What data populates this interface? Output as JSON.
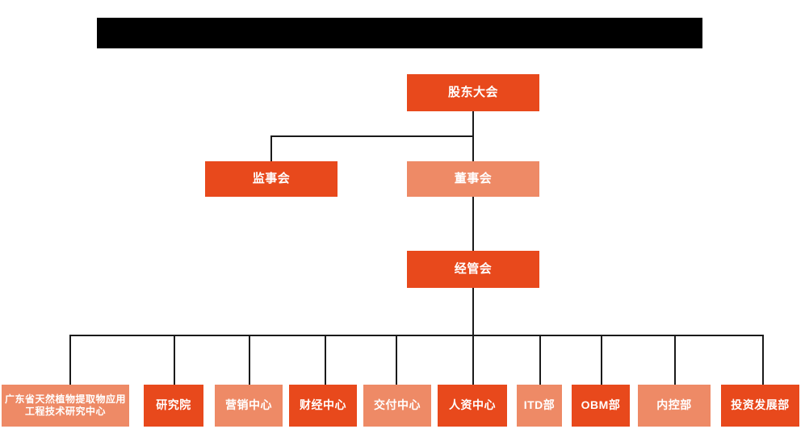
{
  "page": {
    "background": "#ffffff",
    "colors": {
      "node_dark": "#E8491C",
      "node_light": "#EE8A66",
      "connector": "#1a1a1a",
      "title_bar": "#000000",
      "node_text": "#ffffff"
    }
  },
  "title_bar": {
    "name": "redacted-title-bar",
    "text": ""
  },
  "chart_data": {
    "type": "diagram",
    "title": "",
    "levels": [
      {
        "level": 1,
        "nodes": [
          {
            "id": "shareholders",
            "label": "股东大会",
            "style": "dark"
          }
        ]
      },
      {
        "level": 2,
        "nodes": [
          {
            "id": "supervisors",
            "label": "监事会",
            "style": "dark"
          },
          {
            "id": "directors",
            "label": "董事会",
            "style": "light"
          }
        ]
      },
      {
        "level": 3,
        "nodes": [
          {
            "id": "management",
            "label": "经管会",
            "style": "dark"
          }
        ]
      },
      {
        "level": 4,
        "nodes": [
          {
            "id": "research-center",
            "label": "广东省天然植物提取物应用工程技术研究中心",
            "style": "light"
          },
          {
            "id": "institute",
            "label": "研究院",
            "style": "dark"
          },
          {
            "id": "marketing",
            "label": "营销中心",
            "style": "light"
          },
          {
            "id": "finance",
            "label": "财经中心",
            "style": "dark"
          },
          {
            "id": "delivery",
            "label": "交付中心",
            "style": "light"
          },
          {
            "id": "hr",
            "label": "人资中心",
            "style": "dark"
          },
          {
            "id": "itd",
            "label": "ITD部",
            "style": "light"
          },
          {
            "id": "obm",
            "label": "OBM部",
            "style": "dark"
          },
          {
            "id": "internal-control",
            "label": "内控部",
            "style": "light"
          },
          {
            "id": "investment",
            "label": "投资发展部",
            "style": "dark"
          }
        ]
      }
    ],
    "edges": [
      {
        "from": "shareholders",
        "to": "supervisors"
      },
      {
        "from": "shareholders",
        "to": "directors"
      },
      {
        "from": "directors",
        "to": "management"
      },
      {
        "from": "management",
        "to": "research-center"
      },
      {
        "from": "management",
        "to": "institute"
      },
      {
        "from": "management",
        "to": "marketing"
      },
      {
        "from": "management",
        "to": "finance"
      },
      {
        "from": "management",
        "to": "delivery"
      },
      {
        "from": "management",
        "to": "hr"
      },
      {
        "from": "management",
        "to": "itd"
      },
      {
        "from": "management",
        "to": "obm"
      },
      {
        "from": "management",
        "to": "internal-control"
      },
      {
        "from": "management",
        "to": "investment"
      }
    ]
  }
}
